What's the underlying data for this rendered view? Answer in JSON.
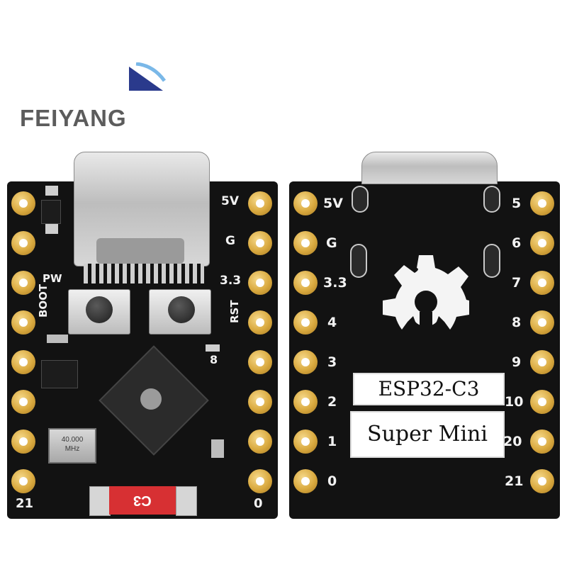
{
  "brand": {
    "name": "FEIYANG",
    "logo_color": "#2a3a8c",
    "text_color": "#5c5c5c"
  },
  "front_board": {
    "left_pins": [
      "PW",
      "BOOT",
      "21"
    ],
    "right_pins": [
      "5V",
      "G",
      "3.3",
      "RST",
      "8",
      "0"
    ],
    "crystal_label": [
      "40.000",
      "MHz"
    ],
    "bottom_component_label": "C3"
  },
  "back_board": {
    "left_pins": [
      "5V",
      "G",
      "3.3",
      "4",
      "3",
      "2",
      "1",
      "0"
    ],
    "right_pins": [
      "5",
      "6",
      "7",
      "8",
      "9",
      "10",
      "20",
      "21"
    ],
    "label_top": "ESP32-C3",
    "label_bottom": "Super Mini"
  },
  "colors": {
    "board": "#121212",
    "gold_pad": "#d9a93f",
    "silkscreen": "#f2f2f2",
    "component_red": "#d73033"
  }
}
